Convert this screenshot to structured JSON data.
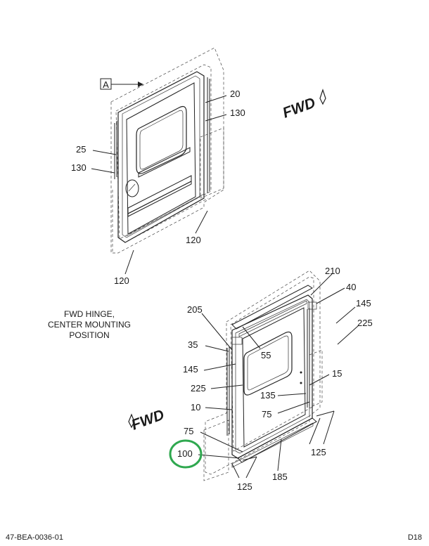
{
  "callout_a": "A",
  "fwd_label": "FWD",
  "note_lines": [
    "FWD HINGE,",
    "CENTER MOUNTING",
    "POSITION"
  ],
  "labels_top": [
    "20",
    "130",
    "25",
    "130",
    "120",
    "120"
  ],
  "labels_bottom": [
    "210",
    "40",
    "145",
    "225",
    "205",
    "35",
    "55",
    "145",
    "225",
    "15",
    "135",
    "10",
    "75",
    "75",
    "100",
    "125",
    "185",
    "125"
  ],
  "highlight": {
    "label": "100",
    "color": "#2fa84f"
  },
  "footer": {
    "left": "47-BEA-0036-01",
    "right": "D18"
  }
}
